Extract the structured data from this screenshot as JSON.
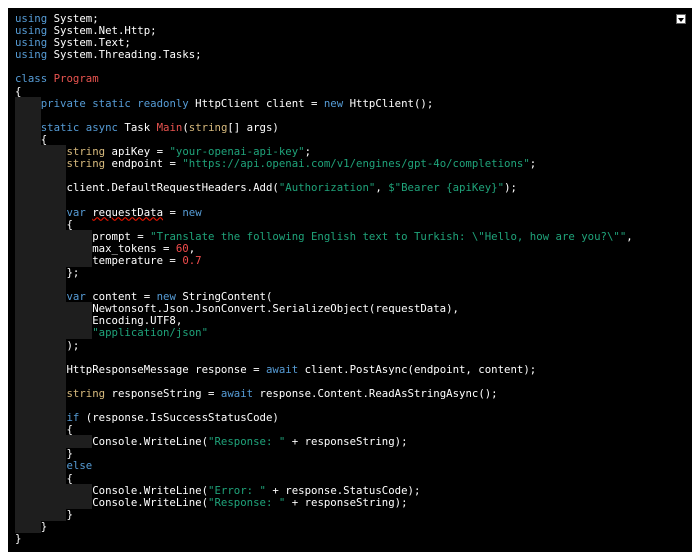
{
  "editor": {
    "lines": [
      [
        {
          "t": "using",
          "c": "kw"
        },
        {
          "t": " System;",
          "c": "id"
        }
      ],
      [
        {
          "t": "using",
          "c": "kw"
        },
        {
          "t": " System.Net.Http;",
          "c": "id"
        }
      ],
      [
        {
          "t": "using",
          "c": "kw"
        },
        {
          "t": " System.Text;",
          "c": "id"
        }
      ],
      [
        {
          "t": "using",
          "c": "kw"
        },
        {
          "t": " System.Threading.Tasks;",
          "c": "id"
        }
      ],
      [],
      [
        {
          "t": "class",
          "c": "kw"
        },
        {
          "t": " ",
          "c": "id"
        },
        {
          "t": "Program",
          "c": "ty"
        }
      ],
      [
        {
          "t": "{",
          "c": "id"
        }
      ],
      [
        {
          "t": "    ",
          "c": "ind"
        },
        {
          "t": "private static readonly",
          "c": "kw"
        },
        {
          "t": " HttpClient client = ",
          "c": "id"
        },
        {
          "t": "new",
          "c": "kw"
        },
        {
          "t": " HttpClient();",
          "c": "id"
        }
      ],
      [
        {
          "t": "    ",
          "c": "ind"
        }
      ],
      [
        {
          "t": "    ",
          "c": "ind"
        },
        {
          "t": "static async",
          "c": "kw"
        },
        {
          "t": " Task ",
          "c": "id"
        },
        {
          "t": "Main",
          "c": "ty"
        },
        {
          "t": "(",
          "c": "id"
        },
        {
          "t": "string",
          "c": "kwy"
        },
        {
          "t": "[] args)",
          "c": "id"
        }
      ],
      [
        {
          "t": "    ",
          "c": "ind"
        },
        {
          "t": "{",
          "c": "id"
        }
      ],
      [
        {
          "t": "        ",
          "c": "ind"
        },
        {
          "t": "string",
          "c": "kwy"
        },
        {
          "t": " apiKey = ",
          "c": "id"
        },
        {
          "t": "\"your-openai-api-key\"",
          "c": "st"
        },
        {
          "t": ";",
          "c": "id"
        }
      ],
      [
        {
          "t": "        ",
          "c": "ind"
        },
        {
          "t": "string",
          "c": "kwy"
        },
        {
          "t": " endpoint = ",
          "c": "id"
        },
        {
          "t": "\"https://api.openai.com/v1/engines/gpt-4o/completions\"",
          "c": "st"
        },
        {
          "t": ";",
          "c": "id"
        }
      ],
      [
        {
          "t": "        ",
          "c": "ind"
        }
      ],
      [
        {
          "t": "        ",
          "c": "ind"
        },
        {
          "t": "client.DefaultRequestHeaders.Add(",
          "c": "id"
        },
        {
          "t": "\"Authorization\"",
          "c": "st"
        },
        {
          "t": ", ",
          "c": "id"
        },
        {
          "t": "$\"Bearer {apiKey}\"",
          "c": "st"
        },
        {
          "t": ");",
          "c": "id"
        }
      ],
      [
        {
          "t": "        ",
          "c": "ind"
        }
      ],
      [
        {
          "t": "        ",
          "c": "ind"
        },
        {
          "t": "var",
          "c": "kw"
        },
        {
          "t": " ",
          "c": "id"
        },
        {
          "t": "requestData",
          "c": "err"
        },
        {
          "t": " = ",
          "c": "id"
        },
        {
          "t": "new",
          "c": "kw"
        }
      ],
      [
        {
          "t": "        ",
          "c": "ind"
        },
        {
          "t": "{",
          "c": "id"
        }
      ],
      [
        {
          "t": "            ",
          "c": "ind"
        },
        {
          "t": "prompt = ",
          "c": "id"
        },
        {
          "t": "\"Translate the following English text to Turkish: \\\"Hello, how are you?\\\"\"",
          "c": "st"
        },
        {
          "t": ",",
          "c": "id"
        }
      ],
      [
        {
          "t": "            ",
          "c": "ind"
        },
        {
          "t": "max_tokens = ",
          "c": "id"
        },
        {
          "t": "60",
          "c": "nu"
        },
        {
          "t": ",",
          "c": "id"
        }
      ],
      [
        {
          "t": "            ",
          "c": "ind"
        },
        {
          "t": "temperature = ",
          "c": "id"
        },
        {
          "t": "0.7",
          "c": "nu"
        }
      ],
      [
        {
          "t": "        ",
          "c": "ind"
        },
        {
          "t": "};",
          "c": "id"
        }
      ],
      [
        {
          "t": "        ",
          "c": "ind"
        }
      ],
      [
        {
          "t": "        ",
          "c": "ind"
        },
        {
          "t": "var",
          "c": "kw"
        },
        {
          "t": " content = ",
          "c": "id"
        },
        {
          "t": "new",
          "c": "kw"
        },
        {
          "t": " StringContent(",
          "c": "id"
        }
      ],
      [
        {
          "t": "            ",
          "c": "ind"
        },
        {
          "t": "Newtonsoft.Json.JsonConvert.SerializeObject(requestData),",
          "c": "id"
        }
      ],
      [
        {
          "t": "            ",
          "c": "ind"
        },
        {
          "t": "Encoding.UTF8,",
          "c": "id"
        }
      ],
      [
        {
          "t": "            ",
          "c": "ind"
        },
        {
          "t": "\"application/json\"",
          "c": "st"
        }
      ],
      [
        {
          "t": "        ",
          "c": "ind"
        },
        {
          "t": ");",
          "c": "id"
        }
      ],
      [
        {
          "t": "        ",
          "c": "ind"
        }
      ],
      [
        {
          "t": "        ",
          "c": "ind"
        },
        {
          "t": "HttpResponseMessage response = ",
          "c": "id"
        },
        {
          "t": "await",
          "c": "kw"
        },
        {
          "t": " client.PostAsync(endpoint, content);",
          "c": "id"
        }
      ],
      [
        {
          "t": "        ",
          "c": "ind"
        }
      ],
      [
        {
          "t": "        ",
          "c": "ind"
        },
        {
          "t": "string",
          "c": "kwy"
        },
        {
          "t": " responseString = ",
          "c": "id"
        },
        {
          "t": "await",
          "c": "kw"
        },
        {
          "t": " response.Content.ReadAsStringAsync();",
          "c": "id"
        }
      ],
      [
        {
          "t": "        ",
          "c": "ind"
        }
      ],
      [
        {
          "t": "        ",
          "c": "ind"
        },
        {
          "t": "if",
          "c": "kw"
        },
        {
          "t": " (response.IsSuccessStatusCode)",
          "c": "id"
        }
      ],
      [
        {
          "t": "        ",
          "c": "ind"
        },
        {
          "t": "{",
          "c": "id"
        }
      ],
      [
        {
          "t": "            ",
          "c": "ind"
        },
        {
          "t": "Console.WriteLine(",
          "c": "id"
        },
        {
          "t": "\"Response: \"",
          "c": "st"
        },
        {
          "t": " + responseString);",
          "c": "id"
        }
      ],
      [
        {
          "t": "        ",
          "c": "ind"
        },
        {
          "t": "}",
          "c": "id"
        }
      ],
      [
        {
          "t": "        ",
          "c": "ind"
        },
        {
          "t": "else",
          "c": "kw"
        }
      ],
      [
        {
          "t": "        ",
          "c": "ind"
        },
        {
          "t": "{",
          "c": "id"
        }
      ],
      [
        {
          "t": "            ",
          "c": "ind"
        },
        {
          "t": "Console.WriteLine(",
          "c": "id"
        },
        {
          "t": "\"Error: \"",
          "c": "st"
        },
        {
          "t": " + response.StatusCode);",
          "c": "id"
        }
      ],
      [
        {
          "t": "            ",
          "c": "ind"
        },
        {
          "t": "Console.WriteLine(",
          "c": "id"
        },
        {
          "t": "\"Response: \"",
          "c": "st"
        },
        {
          "t": " + responseString);",
          "c": "id"
        }
      ],
      [
        {
          "t": "        ",
          "c": "ind"
        },
        {
          "t": "}",
          "c": "id"
        }
      ],
      [
        {
          "t": "    ",
          "c": "ind"
        },
        {
          "t": "}",
          "c": "id"
        }
      ],
      [
        {
          "t": "}",
          "c": "id"
        }
      ]
    ]
  },
  "colors": {
    "background": "#000000",
    "keyword": "#569cd6",
    "type_name": "#e8534f",
    "string": "#1fa37a",
    "number": "#f14c4c",
    "builtin_type": "#d7ba7d",
    "plain": "#ffffff"
  },
  "icons": {
    "dropdown": "chevron-down-icon"
  }
}
